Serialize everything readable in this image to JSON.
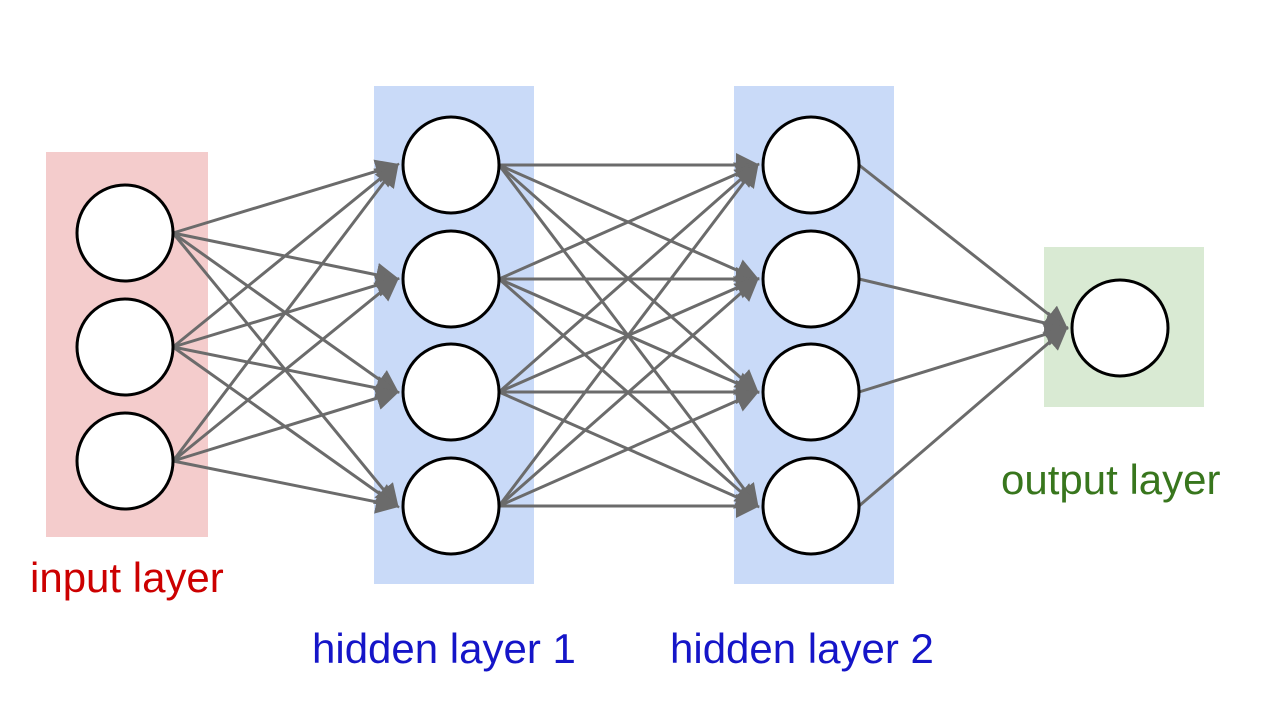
{
  "colors": {
    "edge": "#6b6b6b",
    "neuron_fill": "#ffffff",
    "neuron_stroke": "#000000"
  },
  "layers": [
    {
      "id": "input",
      "label": "input layer",
      "neurons": 3,
      "bg_color": "#f4cccc",
      "label_color": "#cc0000"
    },
    {
      "id": "hidden1",
      "label": "hidden layer 1",
      "neurons": 4,
      "bg_color": "#c9daf8",
      "label_color": "#1515c8"
    },
    {
      "id": "hidden2",
      "label": "hidden layer 2",
      "neurons": 4,
      "bg_color": "#c9daf8",
      "label_color": "#1515c8"
    },
    {
      "id": "output",
      "label": "output layer",
      "neurons": 1,
      "bg_color": "#d9ead3",
      "label_color": "#38761d"
    }
  ],
  "connections": "fully-connected"
}
